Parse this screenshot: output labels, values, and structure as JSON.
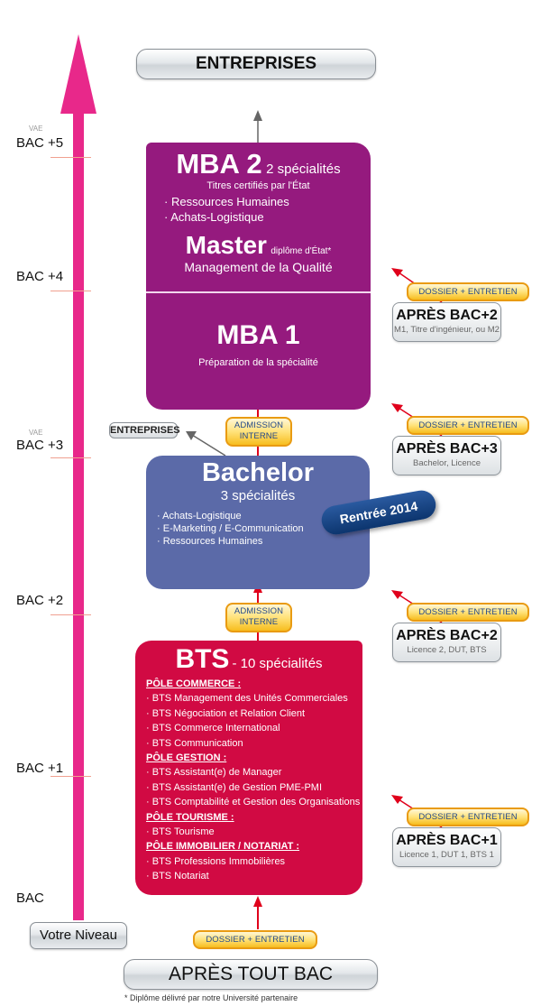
{
  "top": {
    "entreprises_label": "ENTREPRISES"
  },
  "axis": {
    "vae_label": "VAE",
    "levels": [
      {
        "label": "BAC +5",
        "vae": true
      },
      {
        "label": "BAC +4",
        "vae": false
      },
      {
        "label": "BAC +3",
        "vae": true
      },
      {
        "label": "BAC +2",
        "vae": false
      },
      {
        "label": "BAC +1",
        "vae": false
      },
      {
        "label": "BAC",
        "vae": false
      }
    ],
    "votre_niveau": "Votre Niveau",
    "arrow_color": "#e8288a"
  },
  "mba2": {
    "title": "MBA 2",
    "subtitle": "2 spécialités",
    "certif": "Titres certifiés par l'État",
    "items": [
      "Ressources Humaines",
      "Achats-Logistique"
    ],
    "master_title": "Master",
    "master_suffix": "diplôme d'État*",
    "master_spec": "Management de la Qualité",
    "color": "#951a7e"
  },
  "mba1": {
    "title": "MBA 1",
    "subtitle": "Préparation de la spécialité"
  },
  "admission_interne": {
    "line1": "ADMISSION",
    "line2": "INTERNE"
  },
  "side_entreprises": "ENTREPRISES",
  "bachelor": {
    "title": "Bachelor",
    "subtitle": "3 spécialités",
    "items": [
      "Achats-Logistique",
      "E-Marketing / E-Communication",
      "Ressources Humaines"
    ],
    "color": "#5b6aa8",
    "badge": "Rentrée 2014"
  },
  "bts": {
    "title": "BTS",
    "subtitle": "- 10 spécialités",
    "color": "#d10a43",
    "poles": [
      {
        "name": "PÔLE COMMERCE :",
        "items": [
          "BTS Management des Unités Commerciales",
          "BTS Négociation et Relation Client",
          "BTS Commerce International",
          "BTS Communication"
        ]
      },
      {
        "name": "PÔLE GESTION :",
        "items": [
          "BTS Assistant(e) de Manager",
          "BTS Assistant(e) de Gestion PME-PMI",
          "BTS Comptabilité et Gestion des Organisations"
        ]
      },
      {
        "name": "PÔLE TOURISME :",
        "items": [
          "BTS Tourisme"
        ]
      },
      {
        "name": "PÔLE IMMOBILIER / NOTARIAT :",
        "items": [
          "BTS Professions Immobilières",
          "BTS Notariat"
        ]
      }
    ]
  },
  "dossier_label": "DOSSIER + ENTRETIEN",
  "entries": [
    {
      "title": "APRÈS BAC+2",
      "sub": "M1, Titre d'ingénieur, ou M2"
    },
    {
      "title": "APRÈS BAC+3",
      "sub": "Bachelor, Licence"
    },
    {
      "title": "APRÈS BAC+2",
      "sub": "Licence 2, DUT, BTS"
    },
    {
      "title": "APRÈS BAC+1",
      "sub": "Licence 1, DUT 1, BTS 1"
    }
  ],
  "bottom": {
    "apres_tout_bac": "APRÈS TOUT BAC",
    "footnote": "* Diplôme délivré par notre Université partenaire"
  }
}
